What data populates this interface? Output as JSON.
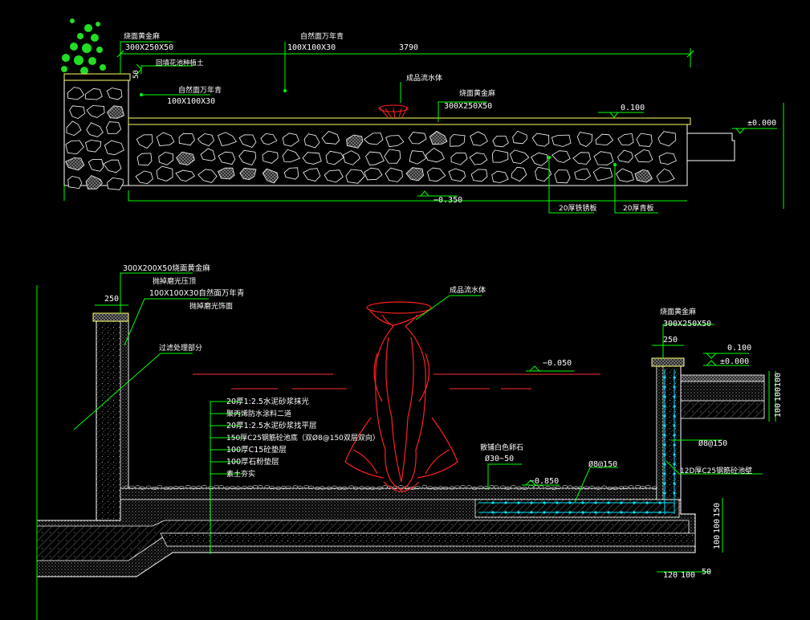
{
  "colors": {
    "background": "#000000",
    "leader": "#00ff00",
    "text": "#ffffff",
    "outline": "#ffff66",
    "fountain": "#ff2020",
    "water": "#ff3030",
    "rebar": "#00e5ff"
  },
  "top_section": {
    "labels": {
      "coping_stone": "烧面黄金麻",
      "coping_size": "300X250X50",
      "backfill": "回填花池种植土",
      "wall_cap": "自然面万年青",
      "wall_cap_size": "100X100X30",
      "wall_cap2": "自然面万年青",
      "wall_cap2_size": "100X100X30",
      "fountain": "成品流水体",
      "pool_coping": "烧面黄金麻",
      "pool_coping_size": "300X250X50",
      "dim_height": "50",
      "dim_length": "3790",
      "level_top": "0.100",
      "level_ground": "±0.000",
      "level_bottom": "−0.350",
      "stone_1": "20厚铁锈板",
      "stone_2": "20厚青板"
    }
  },
  "bottom_section": {
    "labels": {
      "coping_spec": "300X200X50烧面黄金麻",
      "coping_note": "抛掉磨光压顶",
      "cap_spec": "100X100X30自然面万年青",
      "cap_note": "抛掉磨光饰面",
      "filter": "过滤处理部分",
      "fountain": "成品流水体",
      "right_coping": "烧面黄金麻",
      "right_coping_size": "300X250X50",
      "dim_250_left": "250",
      "dim_250_right": "250",
      "level_water": "−0.050",
      "level_top": "0.100",
      "level_ground": "±0.000",
      "level_bottom": "−0.850",
      "pebbles": "散铺白色卵石",
      "pebble_size": "Ø30~50",
      "rebar_1": "Ø8@150",
      "rebar_2": "Ø8@150",
      "wall_spec": "12D厚C25钢筋砼池壁",
      "dim_v_100a": "100",
      "dim_v_100b": "100",
      "dim_v_100c": "100",
      "dim_v_150": "150",
      "dim_v_100d": "100",
      "dim_v_100e": "100",
      "dim_h_120": "120",
      "dim_h_100": "100",
      "dim_h_50": "50"
    },
    "layers": [
      "20厚1:2.5水泥砂浆抹光",
      "聚丙烯防水涂料二道",
      "20厚1:2.5水泥砂浆找平层",
      "150厚C25钢筋砼池底（双Ø8@150双层双向）",
      "100厚C15砼垫层",
      "100厚石粉垫层",
      "素土夯实"
    ]
  }
}
